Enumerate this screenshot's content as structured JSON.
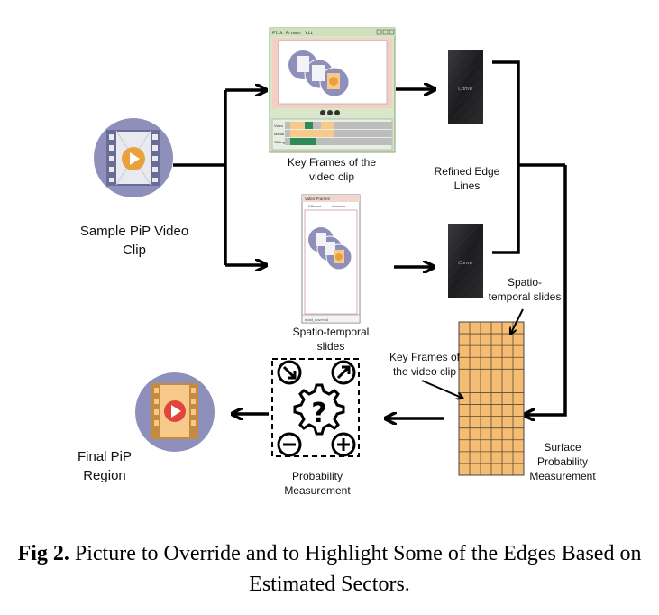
{
  "labels": {
    "sample_clip": "Sample PiP Video Clip",
    "key_frames_top": "Key Frames of the video clip",
    "refined_edge": "Refined Edge Lines",
    "spatio_temporal_mid": "Spatio-temporal slides",
    "spatio_temporal_grid": "Spatio-temporal slides",
    "key_frames_grid": "Key Frames of the video clip",
    "surface_probability": "Surface Probability Measurement",
    "probability_measurement": "Probability Measurement",
    "final_region": "Final PiP Region"
  },
  "window_top": {
    "title": "Flik Promer Yii",
    "track_labels": [
      "Video",
      "Media",
      "Sliding"
    ]
  },
  "window_mid": {
    "title": "Video Frames",
    "tabs": [
      "Efficient",
      "Interests"
    ],
    "status": "moot_nov.mp4"
  },
  "edge_panel_text": "Canva",
  "caption": {
    "prefix": "Fig 2.",
    "text": " Picture to Override and to Highlight Some of the Edges Based on Estimated Sectors."
  },
  "icons": {
    "sample": "film-play-icon",
    "final": "film-play-icon",
    "probability": "gear-question-icon"
  },
  "colors": {
    "circle": "#8e90bb",
    "film": "#f7c98a",
    "play": "#e9a23b",
    "play_final": "#e2453a",
    "window_top_bg": "#f6cfc3",
    "window_top_frame": "#d8e7c9",
    "grid_fill": "#f5bd73",
    "edge_panel": "#1d1d1f"
  }
}
